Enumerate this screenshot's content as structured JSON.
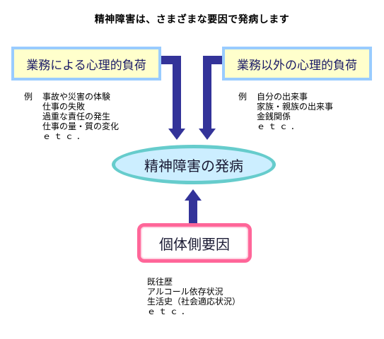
{
  "title": "精神障害は、さまざまな要因で発病します",
  "colors": {
    "box_fill": "#ffffcc",
    "box_border": "#99ccff",
    "ellipse_fill": "#cceeff",
    "ellipse_border": "#66cccc",
    "bottom_border": "#ff6699",
    "arrow": "#333399"
  },
  "left_box": {
    "label": "業務による心理的負荷",
    "example_prefix": "例",
    "examples": [
      "事故や災害の体験",
      "仕事の失敗",
      "過重な責任の発生",
      "仕事の量・質の変化",
      "ｅｔｃ．"
    ]
  },
  "right_box": {
    "label": "業務以外の心理的負荷",
    "example_prefix": "例",
    "examples": [
      "自分の出来事",
      "家族・親族の出来事",
      "金銭関係",
      "ｅｔｃ．"
    ]
  },
  "center": {
    "label": "精神障害の発病"
  },
  "bottom_box": {
    "label": "個体側要因",
    "examples": [
      "既往歴",
      "アルコール依存状況",
      "生活史（社会適応状況）",
      "ｅｔｃ．"
    ]
  }
}
